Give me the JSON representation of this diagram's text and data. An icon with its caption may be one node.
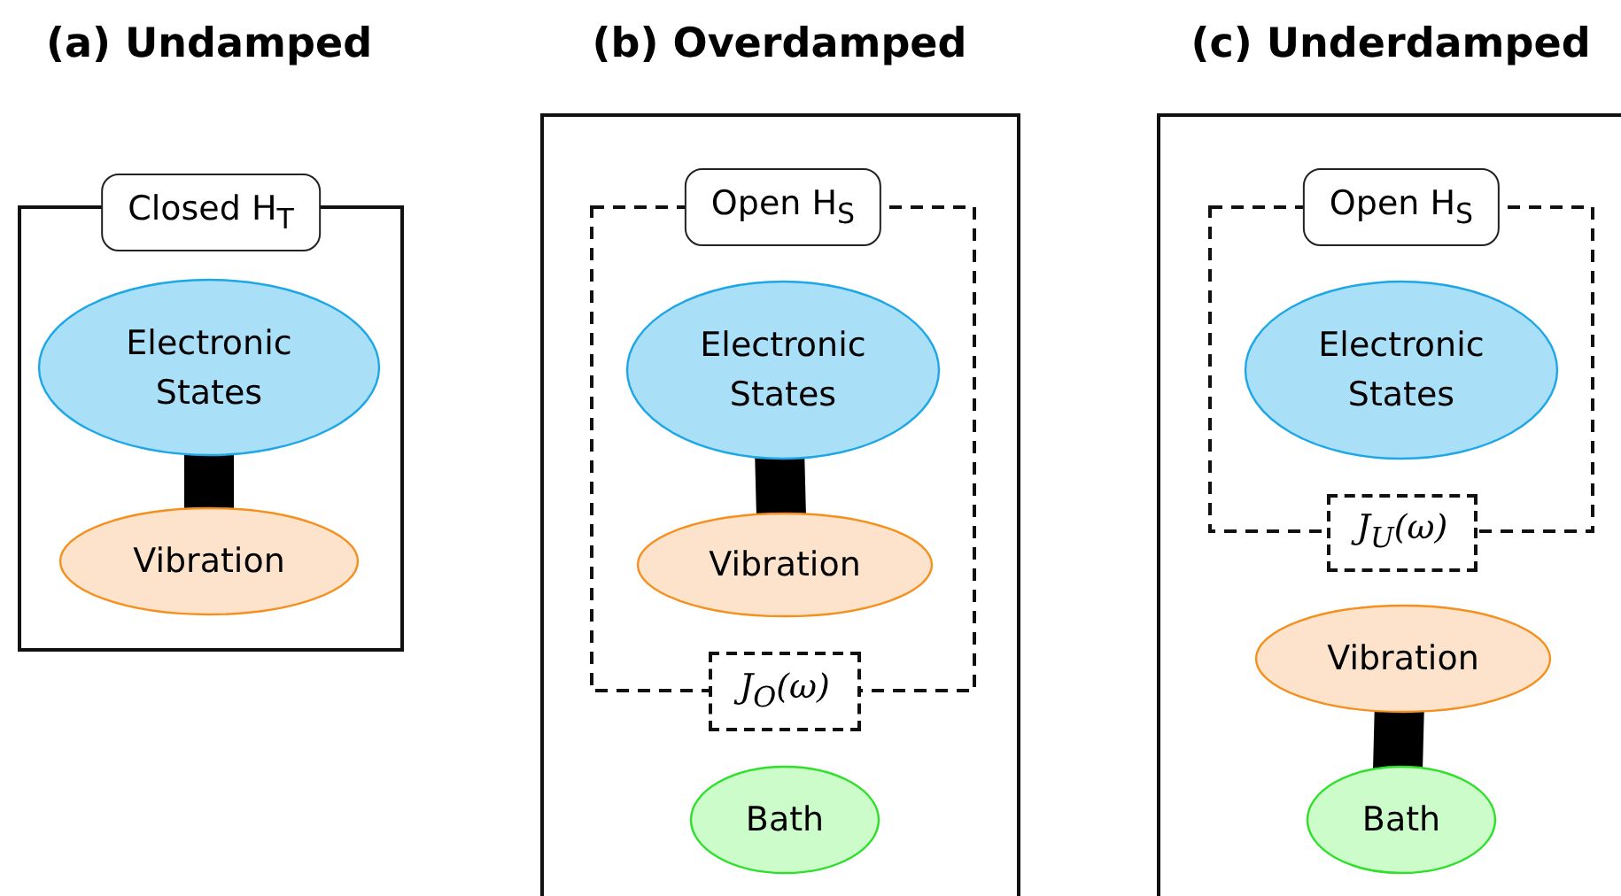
{
  "diagram": {
    "nodes": [
      {
        "text": [
          "Closed H$_{T}$"
        ]
      },
      {
        "text": [
          "Electronic States"
        ],
        "in": 0
      },
      {
        "text": [
          "Vibration"
        ],
        "in": 0
      },
      {
        "text": [],
        "shape": "box"
      },
      {
        "text": [
          "Open H$_{S}$"
        ],
        "in": 3
      },
      {
        "text": [
          "Electronic States"
        ],
        "in": 4
      },
      {
        "text": [
          "Vibration"
        ],
        "in": 4
      },
      {
        "text": [
          "J$_{O}$(ω)"
        ],
        "in": 3
      },
      {
        "text": [
          "Bath"
        ],
        "in": 3
      },
      {
        "text": [],
        "shape": "box"
      },
      {
        "text": [
          "Open H$_{S}$"
        ],
        "in": 9
      },
      {
        "text": [
          "Electronic States"
        ],
        "in": 10
      },
      {
        "text": [
          "J$_{U}$(ω)"
        ],
        "in": 9
      },
      {
        "text": [
          "Vibration"
        ],
        "in": 9
      },
      {
        "text": [
          "Bath"
        ],
        "in": 9
      }
    ],
    "edges": [
      {
        "from": 1,
        "to": 2,
        "arrow": "none"
      },
      {
        "from": 5,
        "to": 6,
        "arrow": "none"
      },
      {
        "from": 13,
        "to": 14,
        "arrow": "none"
      }
    ],
    "labels": [
      "(a) Undamped",
      "(b) Overdamped",
      "(c) Underdamped"
    ]
  }
}
